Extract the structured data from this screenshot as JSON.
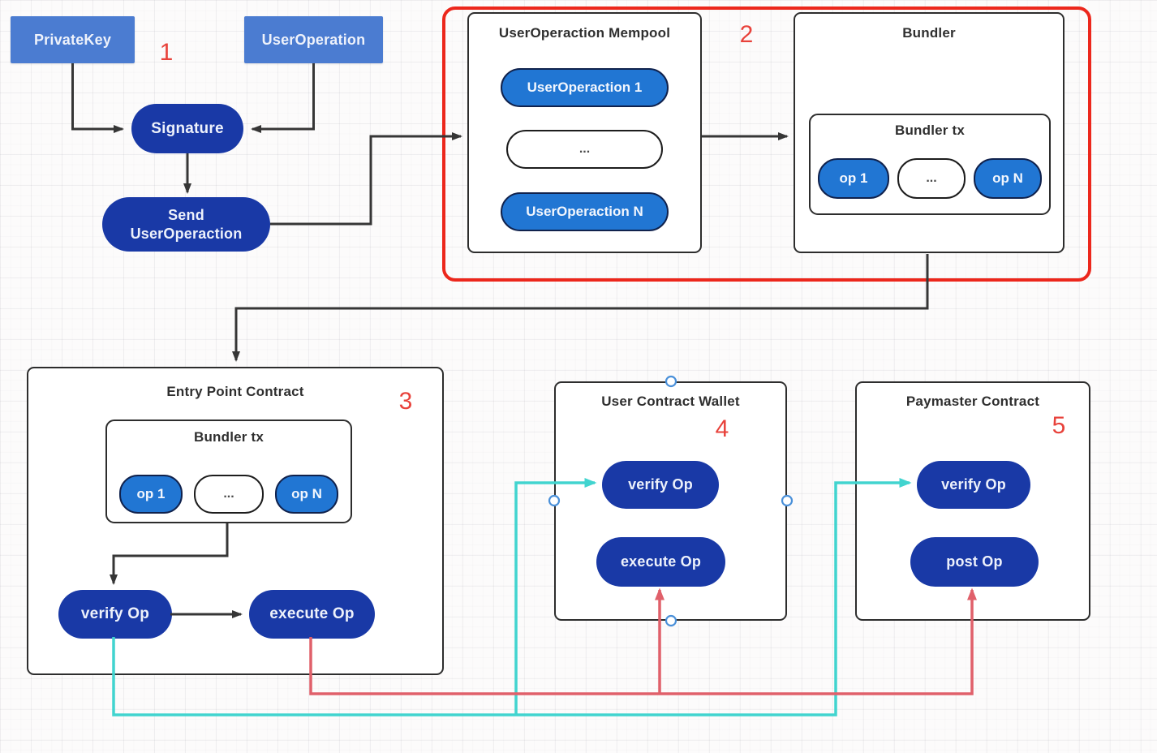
{
  "diagram": {
    "step_labels": {
      "s1": "1",
      "s2": "2",
      "s3": "3",
      "s4": "4",
      "s5": "5"
    },
    "nodes": {
      "private_key": {
        "label": "PrivateKey"
      },
      "user_operation": {
        "label": "UserOperation"
      },
      "signature": {
        "label": "Signature"
      },
      "send_user_operation": {
        "line1": "Send",
        "line2": "UserOperaction"
      },
      "mempool": {
        "title": "UserOperaction Mempool",
        "items": [
          "UserOperaction 1",
          "...",
          "UserOperaction N"
        ]
      },
      "bundler": {
        "title": "Bundler",
        "tx": {
          "title": "Bundler tx",
          "ops": [
            "op 1",
            "...",
            "op N"
          ]
        }
      },
      "entry_point": {
        "title": "Entry Point Contract",
        "tx": {
          "title": "Bundler tx",
          "ops": [
            "op 1",
            "...",
            "op N"
          ]
        },
        "verify_op": "verify Op",
        "execute_op": "execute Op"
      },
      "wallet": {
        "title": "User Contract Wallet",
        "verify_op": "verify Op",
        "execute_op": "execute Op"
      },
      "paymaster": {
        "title": "Paymaster Contract",
        "verify_op": "verify Op",
        "post_op": "post Op"
      }
    },
    "colors": {
      "light_blue_node": "#4b7cd1",
      "mid_blue_pill": "#2176d3",
      "dark_blue_pill": "#1939a6",
      "pill_border": "#10224d",
      "box_border": "#2d2d2d",
      "black_connector": "#363636",
      "highlight_red_frame": "#ec271c",
      "step_number_red": "#e8423b",
      "verify_flow_cyan": "#41d4cf",
      "execute_flow_red": "#e0606a",
      "handle_blue": "#4a90d9"
    }
  }
}
